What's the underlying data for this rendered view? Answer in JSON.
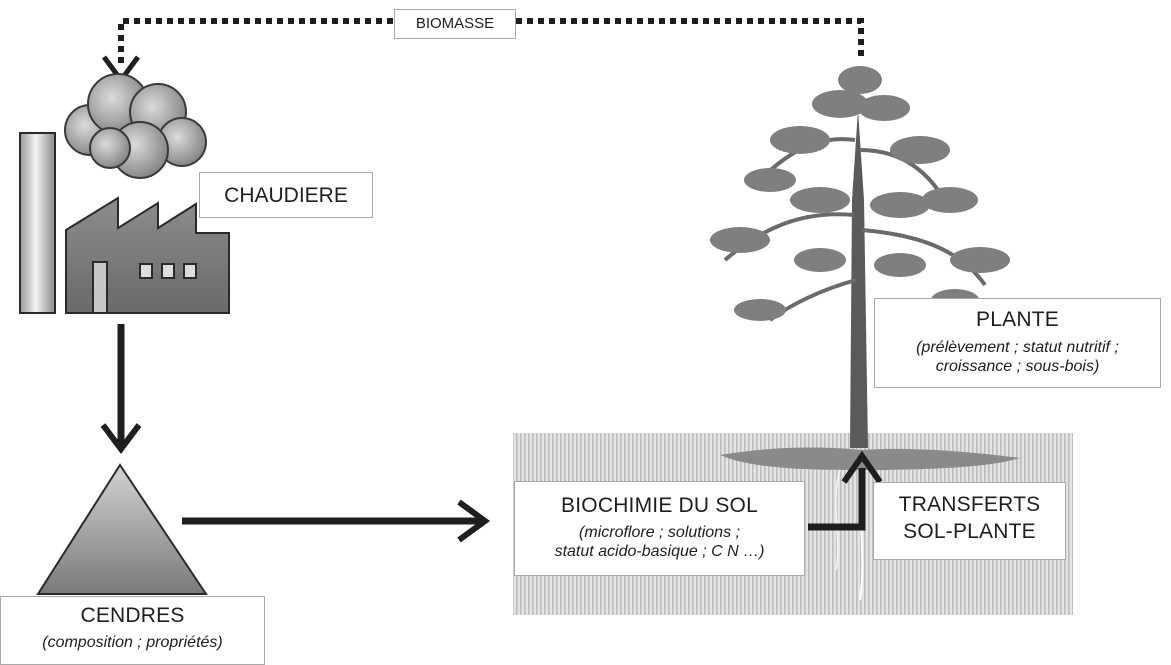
{
  "labels": {
    "biomasse": "BIOMASSE",
    "chaudiere": "CHAUDIERE",
    "plante_title": "PLANTE",
    "plante_sub1": "(prélèvement ; statut nutritif ;",
    "plante_sub2": "croissance ; sous-bois)",
    "sol_title": "BIOCHIMIE DU SOL",
    "sol_sub1": "(microflore ; solutions ;",
    "sol_sub2": "statut acido-basique ; C N …)",
    "transferts_line1": "TRANSFERTS",
    "transferts_line2": "SOL-PLANTE",
    "cendres_title": "CENDRES",
    "cendres_sub": "(composition ; propriétés)"
  },
  "colors": {
    "ink": "#1e1e1e",
    "box_border": "#a9a9a9",
    "soil": "#d0d0d0",
    "ash_top": "#d2d2d2",
    "ash_bottom": "#7a7a7a"
  },
  "icons": [
    "factory-icon",
    "smoke-cloud-icon",
    "ash-pile-icon",
    "tree-icon",
    "soil-icon"
  ]
}
